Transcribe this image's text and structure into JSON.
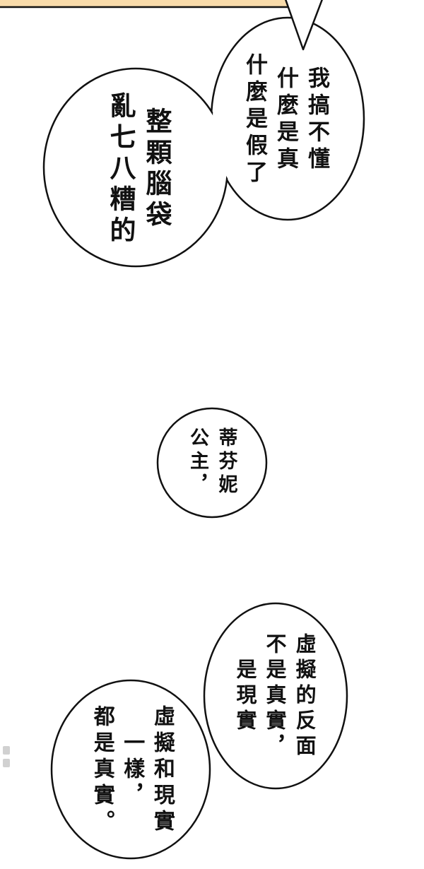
{
  "colors": {
    "paper": "#ffffff",
    "ink": "#111111",
    "strip": "#f8dbaa"
  },
  "bubbles": [
    {
      "name": "top-right",
      "lines": [
        "我搞不懂",
        "什麼是真",
        "什麼是假了"
      ]
    },
    {
      "name": "top-left",
      "lines": [
        "整顆腦袋",
        "亂七八糟的"
      ]
    },
    {
      "name": "middle",
      "lines": [
        "蒂芬妮",
        "公主，"
      ]
    },
    {
      "name": "bottom-right",
      "lines": [
        "虛擬的反面",
        "不是真實，",
        "是現實"
      ]
    },
    {
      "name": "bottom-left",
      "lines": [
        "虛擬和現實",
        "一樣，",
        "都是真實。"
      ]
    }
  ]
}
